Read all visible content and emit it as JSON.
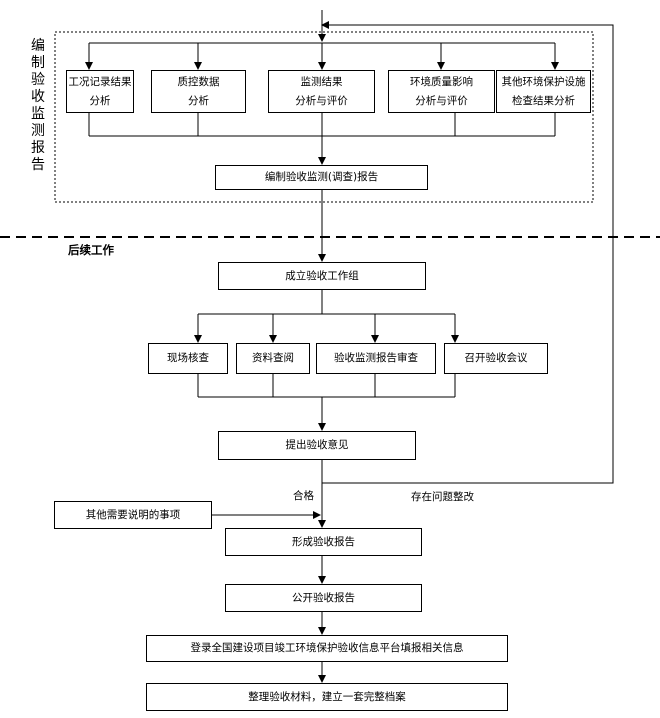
{
  "compile_section": {
    "title": "编制验收监测报告",
    "boxes": [
      {
        "label": "工况记录结果\n分析"
      },
      {
        "label": "质控数据\n分析"
      },
      {
        "label": "监测结果\n分析与评价"
      },
      {
        "label": "环境质量影响\n分析与评价"
      },
      {
        "label": "其他环境保护设施\n检查结果分析"
      }
    ],
    "report": "编制验收监测(调查)报告"
  },
  "followup_section": {
    "title": "后续工作",
    "work_group": "成立验收工作组",
    "tasks": [
      "现场核查",
      "资料查阅",
      "验收监测报告审查",
      "召开验收会议"
    ],
    "opinion": "提出验收意见",
    "pass_label": "合格",
    "issue_label": "存在问题整改",
    "other_notes": "其他需要说明的事项",
    "form_report": "形成验收报告",
    "publish_report": "公开验收报告",
    "register": "登录全国建设项目竣工环境保护验收信息平台填报相关信息",
    "archive": "整理验收材料，建立一套完整档案"
  }
}
